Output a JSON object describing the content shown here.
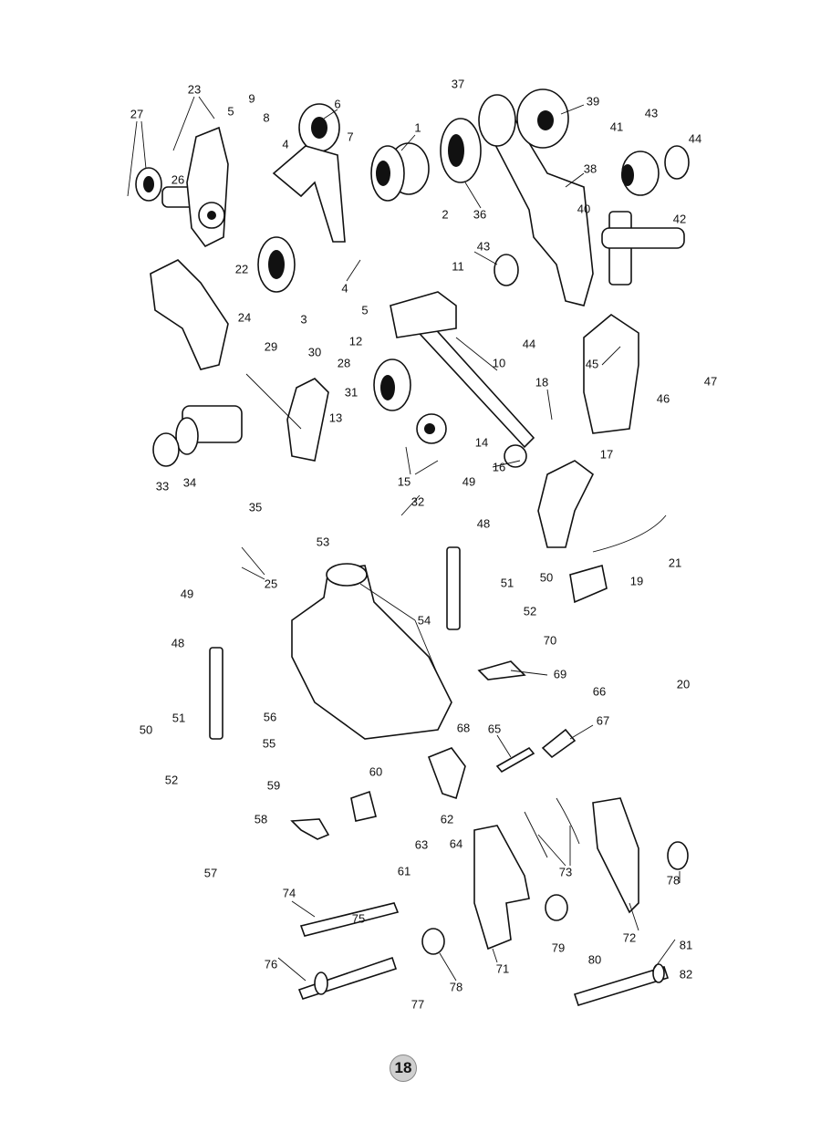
{
  "diagram": {
    "type": "exploded-parts-diagram",
    "page_number": "18",
    "callouts": [
      "27",
      "23",
      "9",
      "8",
      "5",
      "6",
      "7",
      "4",
      "1",
      "37",
      "39",
      "43",
      "41",
      "44",
      "26",
      "22",
      "2",
      "36",
      "38",
      "40",
      "42",
      "43",
      "4",
      "5",
      "3",
      "11",
      "44",
      "24",
      "29",
      "30",
      "28",
      "12",
      "10",
      "45",
      "46",
      "47",
      "18",
      "31",
      "13",
      "14",
      "15",
      "16",
      "17",
      "33",
      "34",
      "35",
      "32",
      "49",
      "48",
      "53",
      "25",
      "21",
      "51",
      "50",
      "19",
      "49",
      "54",
      "52",
      "70",
      "48",
      "69",
      "20",
      "66",
      "50",
      "51",
      "56",
      "67",
      "68",
      "65",
      "55",
      "52",
      "60",
      "59",
      "62",
      "64",
      "58",
      "63",
      "73",
      "61",
      "57",
      "78",
      "74",
      "75",
      "72",
      "79",
      "80",
      "71",
      "81",
      "76",
      "78",
      "82",
      "77"
    ]
  }
}
